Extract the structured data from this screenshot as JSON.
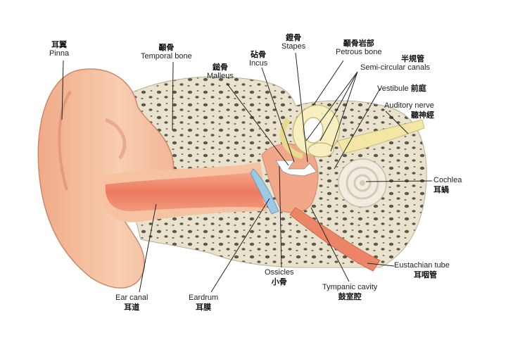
{
  "labels": {
    "pinna": {
      "zh": "耳翼",
      "en": "Pinna"
    },
    "temporal_bone": {
      "zh": "顳骨",
      "en": "Temporal bone"
    },
    "malleus": {
      "zh": "鎚骨",
      "en": "Malleus"
    },
    "incus": {
      "zh": "砧骨",
      "en": "Incus"
    },
    "stapes": {
      "zh": "鐙骨",
      "en": "Stapes"
    },
    "petrous_bone": {
      "zh": "顳骨岩部",
      "en": "Petrous bone"
    },
    "semicircular_canals": {
      "zh": "半規管",
      "en": "Semi-circular canals"
    },
    "vestibule": {
      "zh": "前庭",
      "en": "Vestibule"
    },
    "auditory_nerve": {
      "zh": "聽神經",
      "en": "Auditory nerve"
    },
    "cochlea": {
      "zh": "耳蝸",
      "en": "Cochlea"
    },
    "eustachian_tube": {
      "zh": "耳咽管",
      "en": "Eustachian tube"
    },
    "tympanic_cavity": {
      "zh": "鼓室腔",
      "en": "Tympanic cavity"
    },
    "ossicles": {
      "zh": "小骨",
      "en": "Ossicles"
    },
    "eardrum": {
      "zh": "耳膜",
      "en": "Eardrum"
    },
    "ear_canal": {
      "zh": "耳道",
      "en": "Ear canal"
    }
  },
  "colors": {
    "skin": "#f6c2a2",
    "canal": "#ef8a6c",
    "bone": "#e9e2cd",
    "labyrinth": "#f7efbf",
    "eardrum": "#9ec9e4",
    "leader": "#222222"
  }
}
